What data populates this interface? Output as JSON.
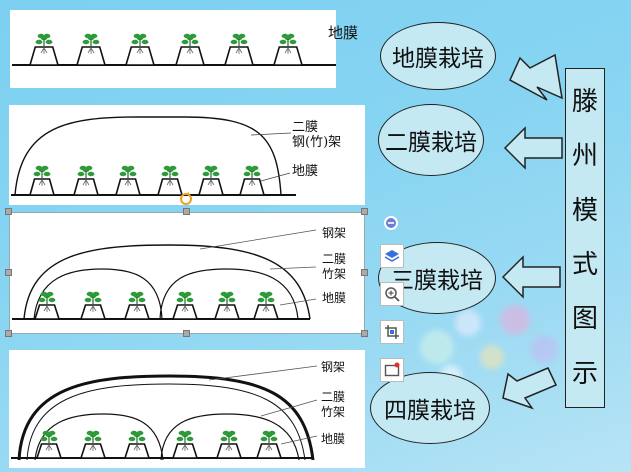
{
  "panels": {
    "p1": {
      "label_dimo": "地膜"
    },
    "p2": {
      "label_ermo": "二膜",
      "label_gangzhujia": "钢(竹)架",
      "label_dimo": "地膜"
    },
    "p3": {
      "label_gangjia": "钢架",
      "label_ermo": "二膜",
      "label_zhujia": "竹架",
      "label_dimo": "地膜"
    },
    "p4": {
      "label_gangjia": "钢架",
      "label_ermo": "二膜",
      "label_zhujia": "竹架",
      "label_dimo": "地膜"
    }
  },
  "ovals": {
    "dimo": "地膜栽培",
    "ermo": "二膜栽培",
    "sanmo": "三膜栽培",
    "simo": "四膜栽培"
  },
  "title": {
    "chars": [
      "滕",
      "州",
      "模",
      "式",
      "图",
      "示"
    ]
  },
  "colors": {
    "shape_fill": "#c5e9f3",
    "background": "#86d4f2",
    "plant": "#2e9a3a"
  },
  "tools": {
    "minus": "minus-icon",
    "layers": "layers-icon",
    "zoom": "zoom-in-icon",
    "crop": "crop-icon",
    "frame": "frame-icon"
  }
}
